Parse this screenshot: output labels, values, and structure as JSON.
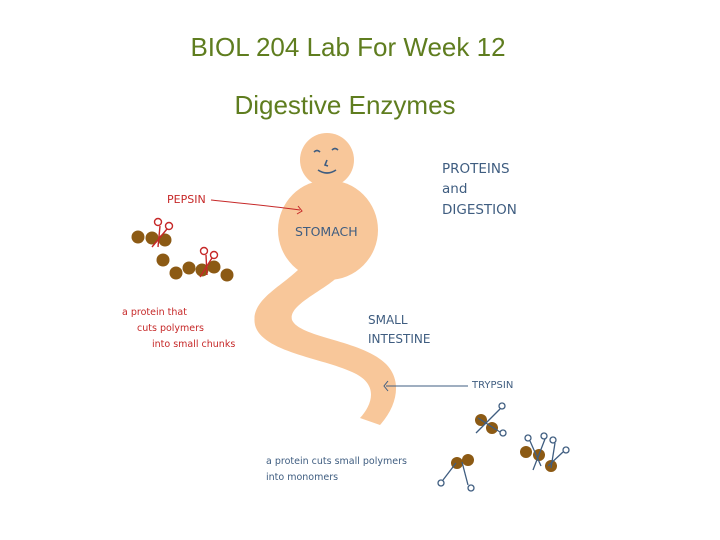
{
  "slide": {
    "title": "BIOL 204 Lab For Week 12",
    "subtitle": "Digestive Enzymes"
  },
  "diagram": {
    "heading_line1": "PROTEINS",
    "heading_line2": "and",
    "heading_line3": "DIGESTION",
    "stomach_label": "STOMACH",
    "pepsin_label": "PEPSIN",
    "small_intestine_line1": "SMALL",
    "small_intestine_line2": "INTESTINE",
    "trypsin_label": "TRYPSIN",
    "pepsin_note_line1": "a protein that",
    "pepsin_note_line2": "cuts polymers",
    "pepsin_note_line3": "into small chunks",
    "trypsin_note_line1": "a protein cuts small polymers",
    "trypsin_note_line2": "into monomers"
  },
  "colors": {
    "title": "#5f7d1f",
    "body": "#f8c79a",
    "label_blue": "#3f5d80",
    "label_red": "#c62828",
    "molecule": "#8c5a14"
  }
}
